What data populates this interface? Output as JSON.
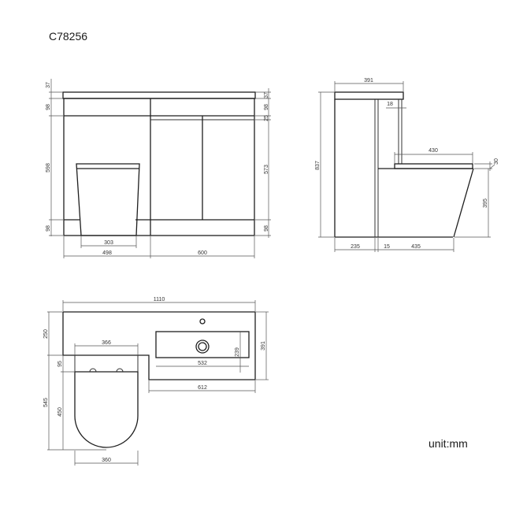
{
  "title": "C78256",
  "unit_label": "unit:mm",
  "views": {
    "front": {
      "dims": {
        "left_top_37": "37",
        "left_top_98": "98",
        "left_mid_598": "598",
        "left_bot_98": "98",
        "right_top_37": "37",
        "right_top_98": "98",
        "right_small_25": "25",
        "right_mid_573": "573",
        "right_bot_98": "98",
        "toilet_base_303": "303",
        "left_width_498": "498",
        "right_width_600": "600"
      }
    },
    "side": {
      "dims": {
        "top_width_391": "391",
        "height_837": "837",
        "gap_18": "18",
        "seat_430": "430",
        "seat_thk_30": "30",
        "pan_height_395": "395",
        "base_235": "235",
        "base_15": "15",
        "base_435": "435"
      }
    },
    "top": {
      "dims": {
        "overall_1110": "1110",
        "depth_391": "391",
        "left_250": "250",
        "seat_width_366": "366",
        "offset_95": "95",
        "total_545": "545",
        "seat_450": "450",
        "bowl_360": "360",
        "basin_532": "532",
        "basin_239": "239",
        "counter_612": "612"
      }
    }
  }
}
